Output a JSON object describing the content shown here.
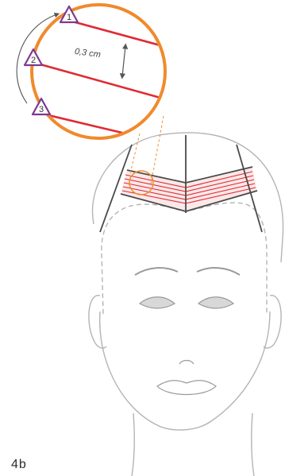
{
  "figure": {
    "label": "4b",
    "spacing_label": "0,3 cm"
  },
  "markers": [
    {
      "number": "1"
    },
    {
      "number": "2"
    },
    {
      "number": "3"
    }
  ],
  "colors": {
    "magnifier_ring": "#f08a2c",
    "section_lines": "#e02a33",
    "marker_outline": "#7d3a8f",
    "head_outline": "#b4b4b4",
    "part_lines": "#4a4a4a",
    "arrow": "#555555"
  }
}
